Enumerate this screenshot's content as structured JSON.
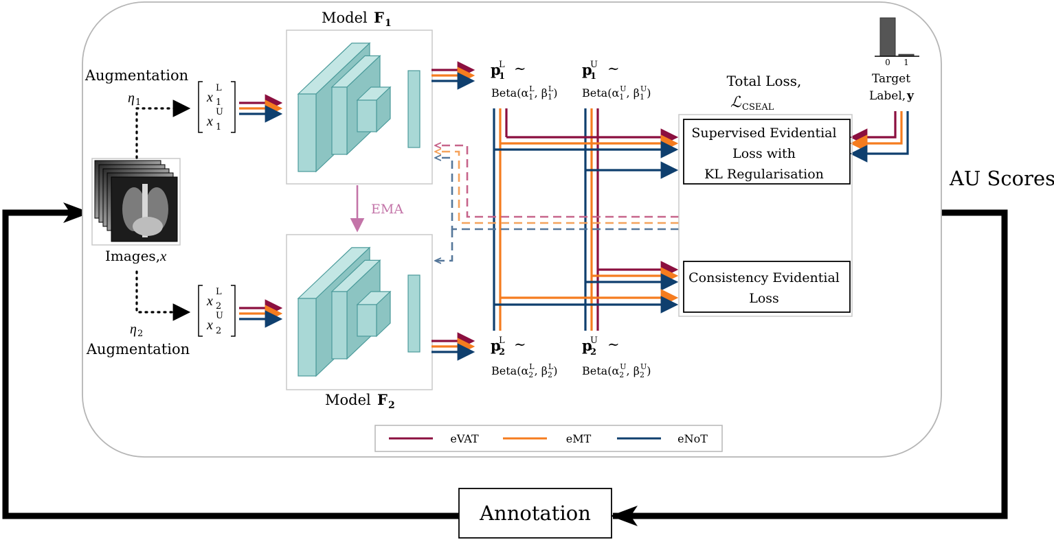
{
  "labels": {
    "model1_prefix": "Model ",
    "model1_symbol": "F",
    "model1_subscript": "1",
    "model2_prefix": "Model ",
    "model2_symbol": "F",
    "model2_subscript": "2",
    "aug1_title": "Augmentation",
    "aug1_eta": "η",
    "aug1_eta_sub": "1",
    "aug2_title": "Augmentation",
    "aug2_eta": "η",
    "aug2_eta_sub": "2",
    "images_caption": "Images, ",
    "images_var": "x",
    "input_top_x": "x",
    "input_top_sub1": "1",
    "input_top_supL": "L",
    "input_top_supU": "U",
    "input_bot_x": "x",
    "input_bot_sub": "2",
    "input_bot_supL": "L",
    "input_bot_supU": "U",
    "ema": "EMA",
    "p1L_p": "p",
    "p1L_sub": "1",
    "p1L_sup": "L",
    "p1U_p": "p",
    "p1U_sub": "1",
    "p1U_sup": "U",
    "p2L_p": "p",
    "p2L_sub": "2",
    "p2L_sup": "L",
    "p2U_p": "p",
    "p2U_sub": "2",
    "p2U_sup": "U",
    "tilde": "∼",
    "beta1L": "Beta(α",
    "beta1L_a_sub": "1",
    "beta1L_a_sup": "L",
    "beta_comma": ", β",
    "beta1L_b_sub": "1",
    "beta1L_b_sup": "L",
    "beta_close": ")",
    "beta1U": "Beta(α",
    "beta1U_a_sub": "1",
    "beta1U_a_sup": "U",
    "beta1U_b_sub": "1",
    "beta1U_b_sup": "U",
    "beta2L": "Beta(α",
    "beta2L_a_sub": "2",
    "beta2L_a_sup": "L",
    "beta2L_b_sub": "2",
    "beta2L_b_sup": "L",
    "beta2U": "Beta(α",
    "beta2U_a_sub": "2",
    "beta2U_a_sup": "U",
    "beta2U_b_sub": "2",
    "beta2U_b_sup": "U",
    "total_loss": "Total Loss,",
    "total_loss_symbol": "ℒ",
    "total_loss_sub": "CSEAL",
    "sup_line1": "Supervised Evidential",
    "sup_line2": "Loss with",
    "sup_line3": "KL Regularisation",
    "cons_line1": "Consistency Evidential",
    "cons_line2": "Loss",
    "target_line1": "Target",
    "target_line2": "Label, ",
    "target_var": "y",
    "hist_tick0": "0",
    "hist_tick1": "1",
    "au_scores": "AU Scores",
    "annotation": "Annotation"
  },
  "legend": [
    {
      "label": "eVAT",
      "color": "#8b0f3f"
    },
    {
      "label": "eMT",
      "color": "#f57c1f"
    },
    {
      "label": "eNoT",
      "color": "#0f3f6e"
    }
  ],
  "colors": {
    "evat": "#8b0f3f",
    "emt": "#f57c1f",
    "enot": "#0f3f6e",
    "ema": "#c374a8",
    "block_fill": "#a9d8d6",
    "block_stroke": "#4a9a9a"
  },
  "target_histogram": {
    "categories": [
      "0",
      "1"
    ],
    "values": [
      1.0,
      0.05
    ]
  }
}
